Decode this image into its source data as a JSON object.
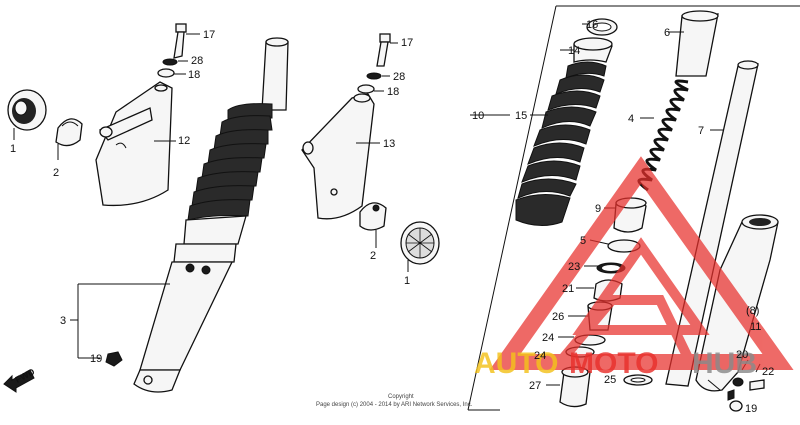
{
  "diagram": {
    "labels": {
      "l1a": "1",
      "l2a": "2",
      "l3": "3",
      "l19a": "19",
      "l12": "12",
      "l17a": "17",
      "l28a": "28",
      "l18a": "18",
      "l17b": "17",
      "l28b": "28",
      "l18b": "18",
      "l13": "13",
      "l2b": "2",
      "l1b": "1",
      "l10": "10",
      "l15": "15",
      "l16": "16",
      "l14": "14",
      "l6": "6",
      "l4": "4",
      "l7": "7",
      "l9": "9",
      "l5": "5",
      "l23": "23",
      "l21": "21",
      "l26": "26",
      "l24a": "24",
      "l24b": "24",
      "l27": "27",
      "l25": "25",
      "l8": "(8)",
      "l11": "11",
      "l20": "20",
      "l22": "22",
      "l19b": "19"
    },
    "fwd": "FWD",
    "copyright": {
      "line1": "Copyright",
      "line2": "Page design (c) 2004 - 2014 by ARI Network Services, Inc."
    }
  },
  "watermark": {
    "text_part1": "AUTO",
    "text_part2": "MOTO",
    "text_part3": "HUB",
    "colors": {
      "red": "#e8302c",
      "yellow": "#f3c21b",
      "gray": "#8a8a8a"
    }
  }
}
